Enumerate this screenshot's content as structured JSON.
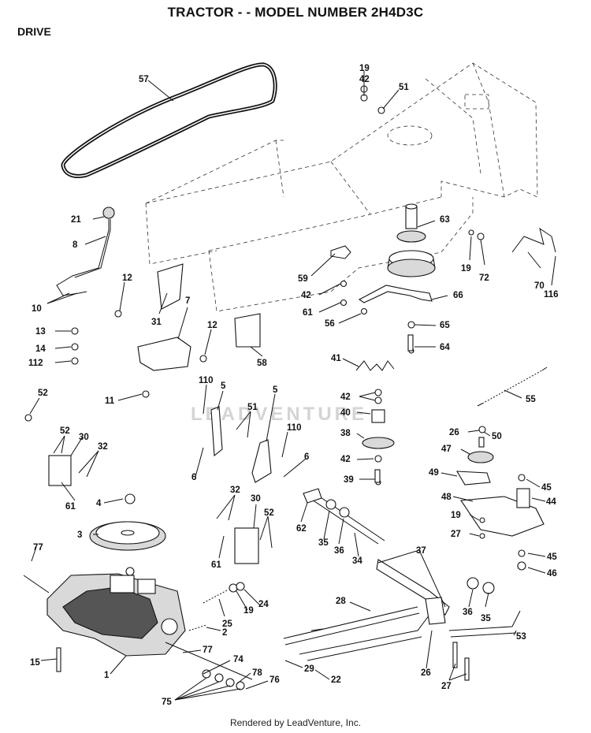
{
  "header": {
    "title": "TRACTOR - - MODEL NUMBER 2H4D3C",
    "section": "DRIVE"
  },
  "footer": {
    "text": "Rendered by LeadVenture, Inc."
  },
  "watermark": {
    "text": "LEADVENTURE"
  },
  "callouts": {
    "c57": "57",
    "c19a": "19",
    "c42a": "42",
    "c51a": "51",
    "c21": "21",
    "c8": "8",
    "c63": "63",
    "c19b": "19",
    "c72": "72",
    "c70": "70",
    "c116": "116",
    "c59": "59",
    "c12a": "12",
    "c10": "10",
    "c31": "31",
    "c7": "7",
    "c42b": "42",
    "c61a": "61",
    "c66": "66",
    "c56": "56",
    "c65": "65",
    "c64": "64",
    "c13": "13",
    "c12b": "12",
    "c14": "14",
    "c112": "112",
    "c58": "58",
    "c41": "41",
    "c55": "55",
    "c52a": "52",
    "c110a": "110",
    "c5a": "5",
    "c11": "11",
    "c51b": "51",
    "c5b": "5",
    "c110b": "110",
    "c42c": "42",
    "c40": "40",
    "c26a": "26",
    "c50": "50",
    "c52b": "52",
    "c30a": "30",
    "c32a": "32",
    "c6a": "6",
    "c6b": "6",
    "c38": "38",
    "c47": "47",
    "c42d": "42",
    "c61b": "61",
    "c4": "4",
    "c39": "39",
    "c49": "49",
    "c45a": "45",
    "c44": "44",
    "c48": "48",
    "c32b": "32",
    "c30b": "30",
    "c52c": "52",
    "c62": "62",
    "c35a": "35",
    "c36a": "36",
    "c19c": "19",
    "c3": "3",
    "c27a": "27",
    "c34": "34",
    "c61c": "61",
    "c77a": "77",
    "c37": "37",
    "c45b": "45",
    "c46": "46",
    "c28": "28",
    "c25": "25",
    "c19d": "19",
    "c24": "24",
    "c2": "2",
    "c36b": "36",
    "c35b": "35",
    "c15": "15",
    "c77b": "77",
    "c53": "53",
    "c74": "74",
    "c1": "1",
    "c29": "29",
    "c26b": "26",
    "c78": "78",
    "c76": "76",
    "c22": "22",
    "c27b": "27",
    "c75": "75"
  }
}
